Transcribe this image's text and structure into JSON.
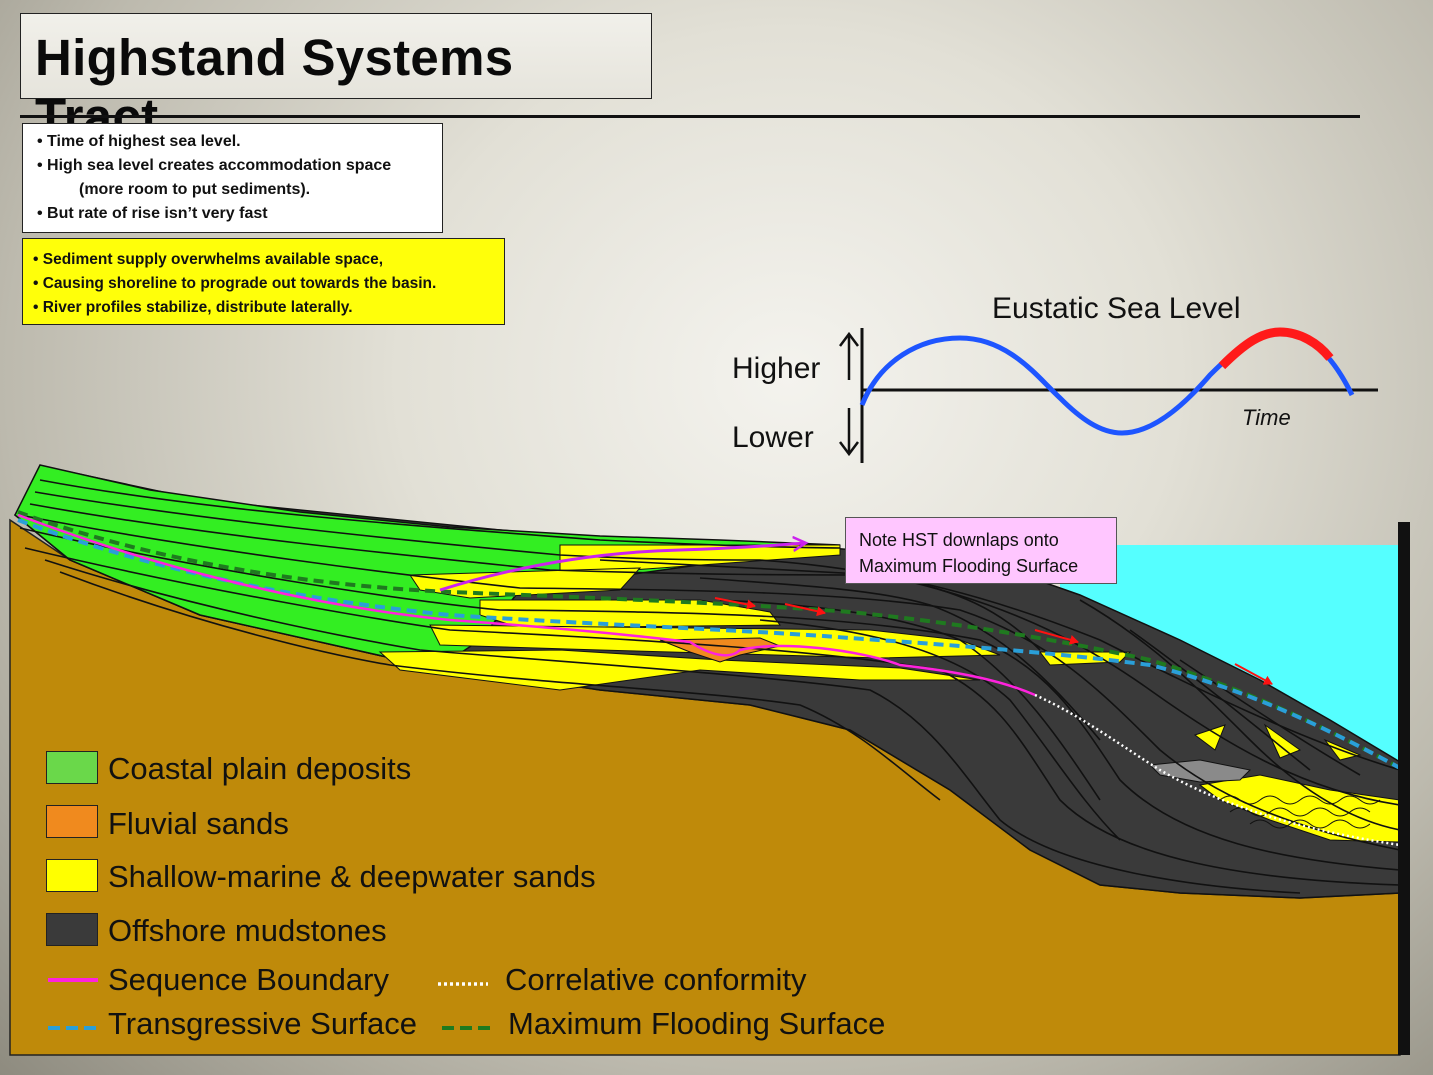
{
  "title": "Highstand Systems Tract",
  "info_box": {
    "lines": [
      "•  Time of highest sea level.",
      "•  High sea level creates accommodation space",
      "(more room to put sediments).",
      "• But rate of rise isn’t very fast"
    ]
  },
  "highlight_box": {
    "lines": [
      "• Sediment supply overwhelms available space,",
      "• Causing shoreline to prograde out towards the basin.",
      "• River profiles stabilize, distribute laterally."
    ]
  },
  "sea_level_chart": {
    "title": "Eustatic  Sea Level",
    "higher_label": "Higher",
    "lower_label": "Lower",
    "time_label": "Time",
    "highlighted_phase": "highstand"
  },
  "note": {
    "lines": [
      "Note HST downlaps onto",
      "Maximum Flooding Surface"
    ]
  },
  "legend": {
    "coastal_plain": "Coastal plain deposits",
    "fluvial": "Fluvial sands",
    "shallow_marine": "Shallow-marine & deepwater sands",
    "offshore": "Offshore mudstones",
    "sequence_boundary": "Sequence Boundary",
    "correlative_conformity": "Correlative conformity",
    "transgressive_surface": "Transgressive Surface",
    "maximum_flooding_surface": "Maximum Flooding Surface"
  },
  "colors": {
    "coastal_plain": "#33ee22",
    "fluvial": "#f08a1e",
    "shallow_marine": "#ffff00",
    "offshore": "#3a3a3a",
    "basement": "#bf8a0a",
    "sea": "#55ffff",
    "sequence_boundary": "#ff22dd",
    "transgressive_surface": "#2a9fd8",
    "maximum_flooding_surface": "#1f7a1f",
    "sea_level_curve": "#1e55ff",
    "highstand_segment": "#ff1a1a"
  }
}
